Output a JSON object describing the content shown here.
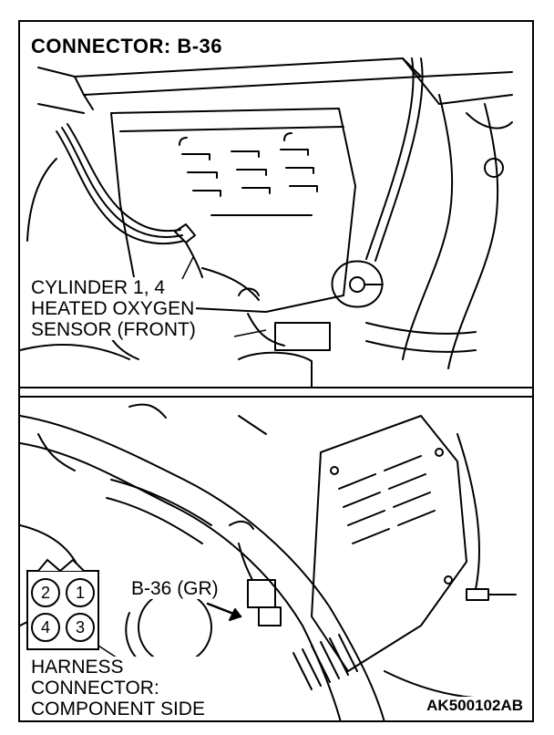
{
  "title": "CONNECTOR: B-36",
  "top_callout": [
    "CYLINDER 1, 4",
    "HEATED OXYGEN",
    "SENSOR (FRONT)"
  ],
  "connector_label": "B-36 (GR)",
  "bottom_callout": [
    "HARNESS",
    "CONNECTOR:",
    "COMPONENT SIDE"
  ],
  "pins": [
    "2",
    "1",
    "4",
    "3"
  ],
  "figure_code": "AK500102AB",
  "colors": {
    "line": "#000000",
    "background": "#ffffff"
  }
}
